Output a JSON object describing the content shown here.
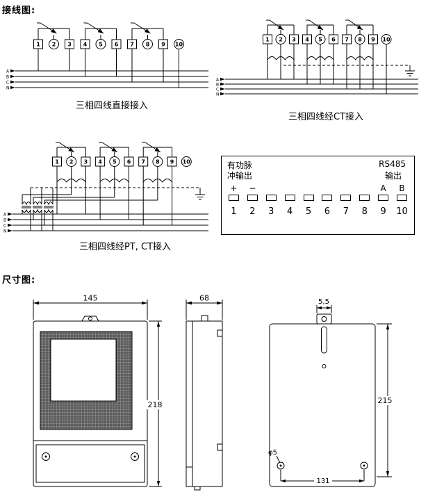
{
  "sections": {
    "wiring_title": "接线图:",
    "dimensions_title": "尺寸图:"
  },
  "wiring": {
    "terminal_numbers": [
      "1",
      "2",
      "3",
      "4",
      "5",
      "6",
      "7",
      "8",
      "9",
      "10"
    ],
    "phase_labels": [
      "A",
      "B",
      "C",
      "N"
    ],
    "diagram_direct": {
      "caption": "三相四线直接接入"
    },
    "diagram_ct": {
      "caption": "三相四线经CT接入"
    },
    "diagram_pt_ct": {
      "caption": "三相四线经PT, CT接入"
    }
  },
  "terminal_block": {
    "pulse_label_line1": "有功脉",
    "pulse_label_line2": "冲输出",
    "rs485_label": "RS485",
    "output_label": "输出",
    "terminal_signs": {
      "plus": "+",
      "minus": "−",
      "a": "A",
      "b": "B"
    },
    "numbers": [
      "1",
      "2",
      "3",
      "4",
      "5",
      "6",
      "7",
      "8",
      "9",
      "10"
    ]
  },
  "dimensions": {
    "front": {
      "width": "145",
      "height": "218"
    },
    "side": {
      "width": "68"
    },
    "back": {
      "tab_offset": "5,5",
      "height": "215",
      "hole_spacing": "131",
      "hole_diameter": "φ5"
    }
  }
}
